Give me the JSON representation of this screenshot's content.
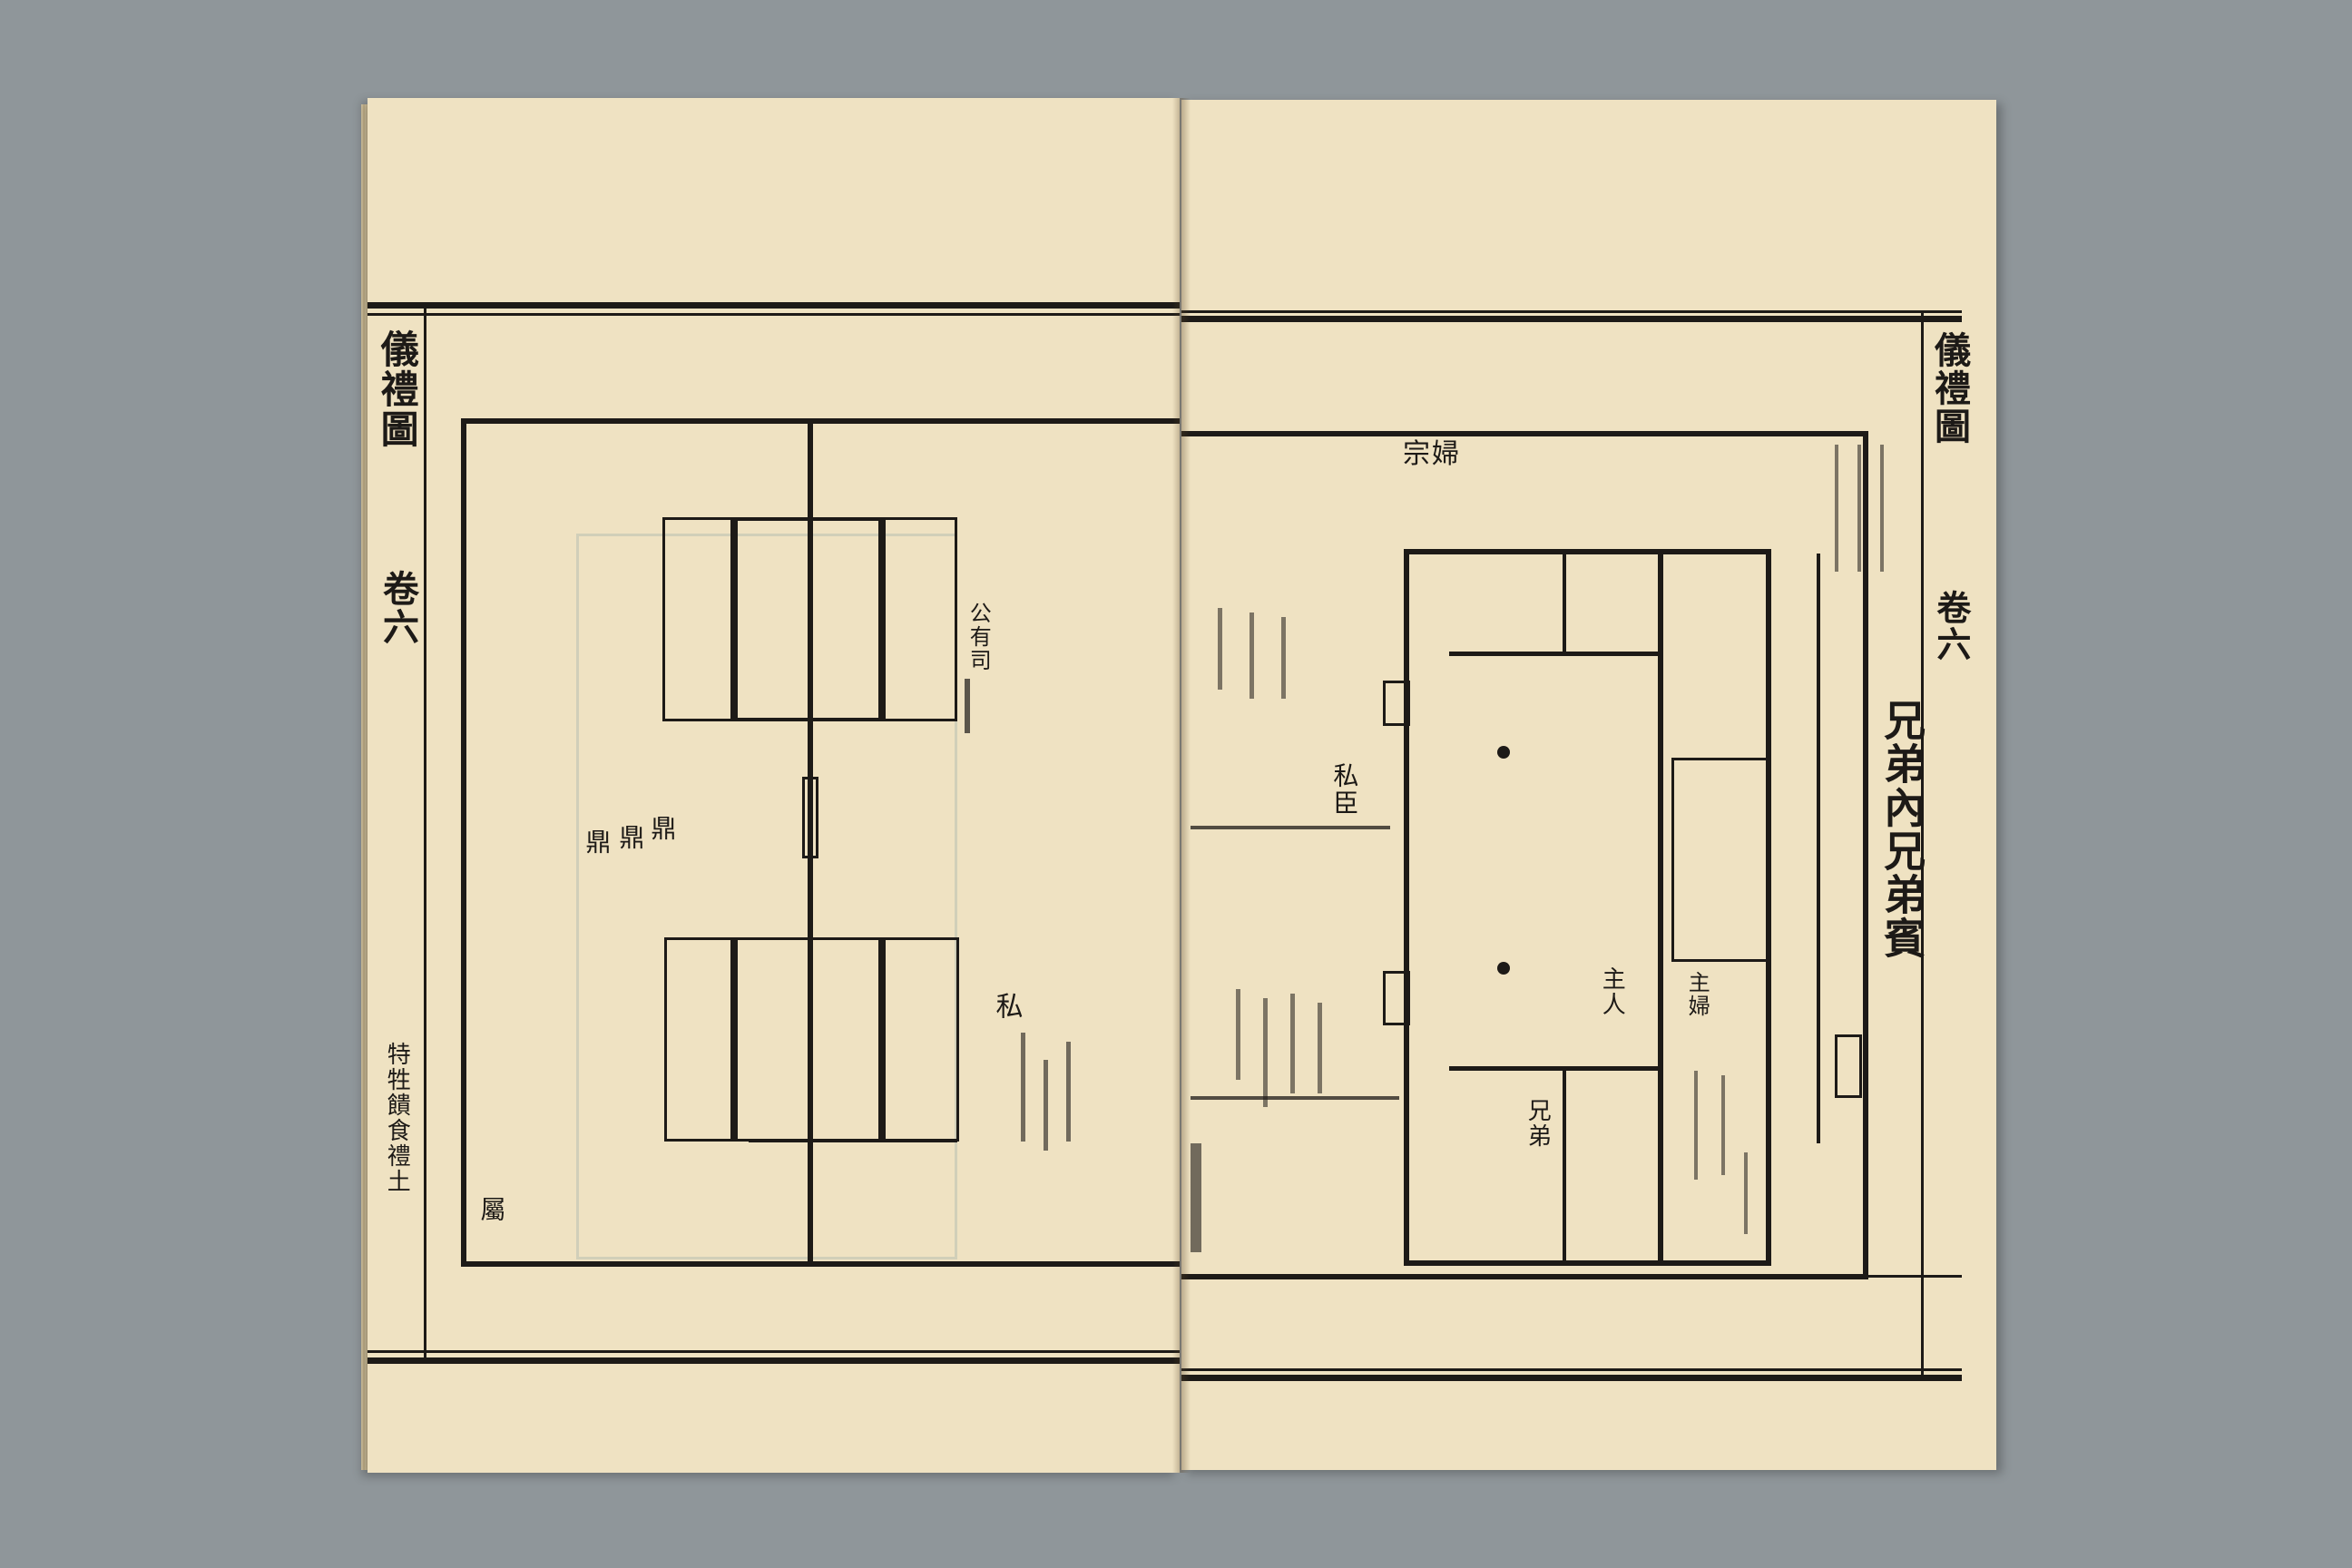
{
  "left_page": {
    "margin_title": "儀禮圖",
    "margin_volume": "卷六",
    "margin_section": "特牲饋食禮土",
    "label_top": "公有司",
    "label_mid_a": "鼎",
    "label_mid_b": "鼎",
    "label_mid_c": "鼎",
    "label_private": "私",
    "label_bottom_left": "屬"
  },
  "right_page": {
    "margin_title": "儀禮圖",
    "margin_volume": "卷六",
    "title_line": "宗婦",
    "inner_label_a": "私臣",
    "inner_label_b": "主人",
    "inner_label_c": "兄弟",
    "right_caption": "兄弟內兄弟賓",
    "bottom_right_label": "主婦"
  }
}
